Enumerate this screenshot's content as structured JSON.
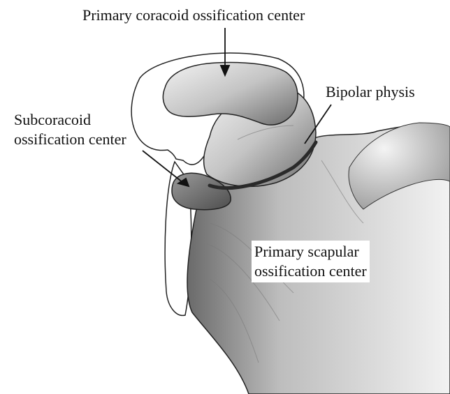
{
  "labels": {
    "primary_coracoid": "Primary coracoid ossification center",
    "bipolar_physis": "Bipolar physis",
    "subcoracoid_line1": "Subcoracoid",
    "subcoracoid_line2": "ossification center",
    "primary_scapular_line1": "Primary scapular",
    "primary_scapular_line2": "ossification center"
  },
  "colors": {
    "text": "#111111",
    "outline": "#222222",
    "bone_light": "#e6e6e6",
    "bone_mid": "#b5b5b5",
    "bone_dark": "#5a5a5a"
  }
}
